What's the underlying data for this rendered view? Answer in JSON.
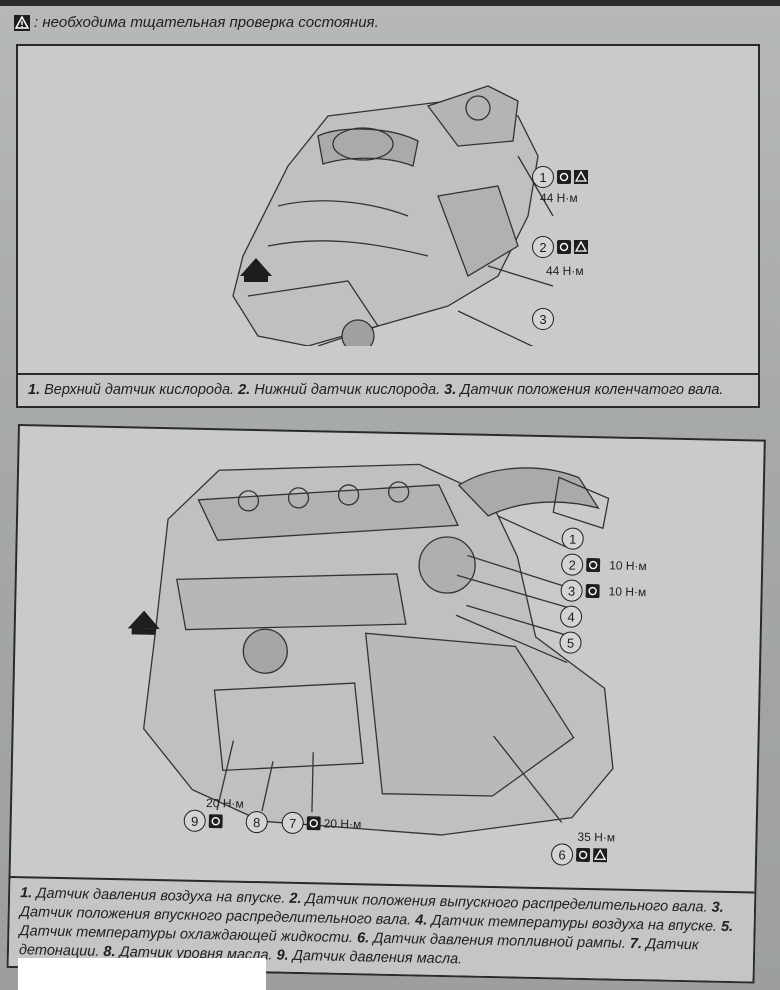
{
  "legend": {
    "text": ": необходима тщательная проверка состояния."
  },
  "figure1": {
    "callouts": [
      {
        "num": "1",
        "torque": "44 Н·м"
      },
      {
        "num": "2",
        "torque": "44 Н·м"
      },
      {
        "num": "3",
        "torque": ""
      }
    ],
    "caption": [
      {
        "num": "1.",
        "text": " Верхний датчик кислорода. "
      },
      {
        "num": "2.",
        "text": " Нижний датчик кислорода. "
      },
      {
        "num": "3.",
        "text": " Датчик положения коленчатого вала."
      }
    ]
  },
  "figure2": {
    "callouts": [
      {
        "num": "1",
        "torque": ""
      },
      {
        "num": "2",
        "torque": "10 Н·м"
      },
      {
        "num": "3",
        "torque": "10 Н·м"
      },
      {
        "num": "4",
        "torque": ""
      },
      {
        "num": "5",
        "torque": ""
      },
      {
        "num": "6",
        "torque": "35 Н·м"
      },
      {
        "num": "7",
        "torque": "20 Н·м"
      },
      {
        "num": "8",
        "torque": ""
      },
      {
        "num": "9",
        "torque": "20 Н·м"
      }
    ],
    "caption": [
      {
        "num": "1.",
        "text": " Датчик давления воздуха на впуске. "
      },
      {
        "num": "2.",
        "text": " Датчик положения выпускного распределительного вала. "
      },
      {
        "num": "3.",
        "text": " Датчик положения впускного распределительного вала. "
      },
      {
        "num": "4.",
        "text": " Датчик температуры воздуха на впуске. "
      },
      {
        "num": "5.",
        "text": " Датчик температуры охлаждающей жидкости. "
      },
      {
        "num": "6.",
        "text": " Датчик давления топливной рампы. "
      },
      {
        "num": "7.",
        "text": " Датчик детонации. "
      },
      {
        "num": "8.",
        "text": " Датчик уровня масла. "
      },
      {
        "num": "9.",
        "text": " Датчик давления масла."
      }
    ]
  }
}
